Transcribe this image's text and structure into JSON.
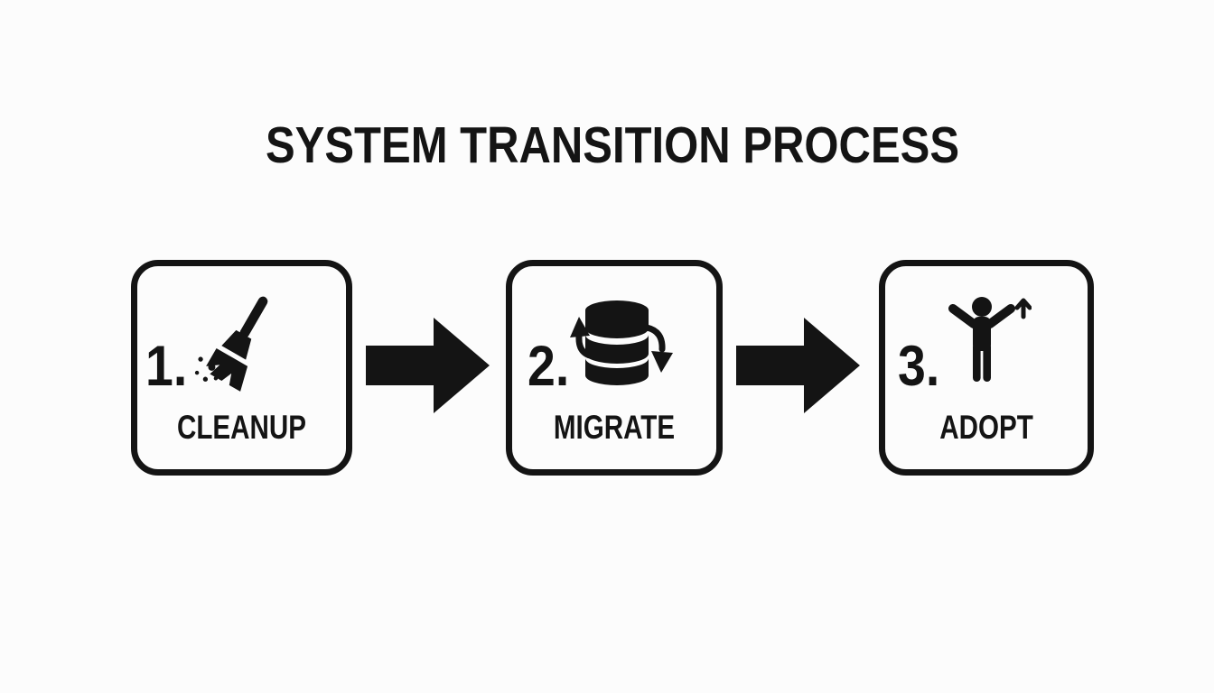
{
  "title": "SYSTEM TRANSITION PROCESS",
  "colors": {
    "ink": "#141414",
    "background": "#fcfcfc"
  },
  "steps": [
    {
      "number": "1.",
      "label": "CLEANUP",
      "icon": "broom-icon"
    },
    {
      "number": "2.",
      "label": "MIGRATE",
      "icon": "database-sync-icon"
    },
    {
      "number": "3.",
      "label": "ADOPT",
      "icon": "person-arms-raised-icon"
    }
  ],
  "connectors": [
    {
      "icon": "arrow-right-icon"
    },
    {
      "icon": "arrow-right-icon"
    }
  ]
}
